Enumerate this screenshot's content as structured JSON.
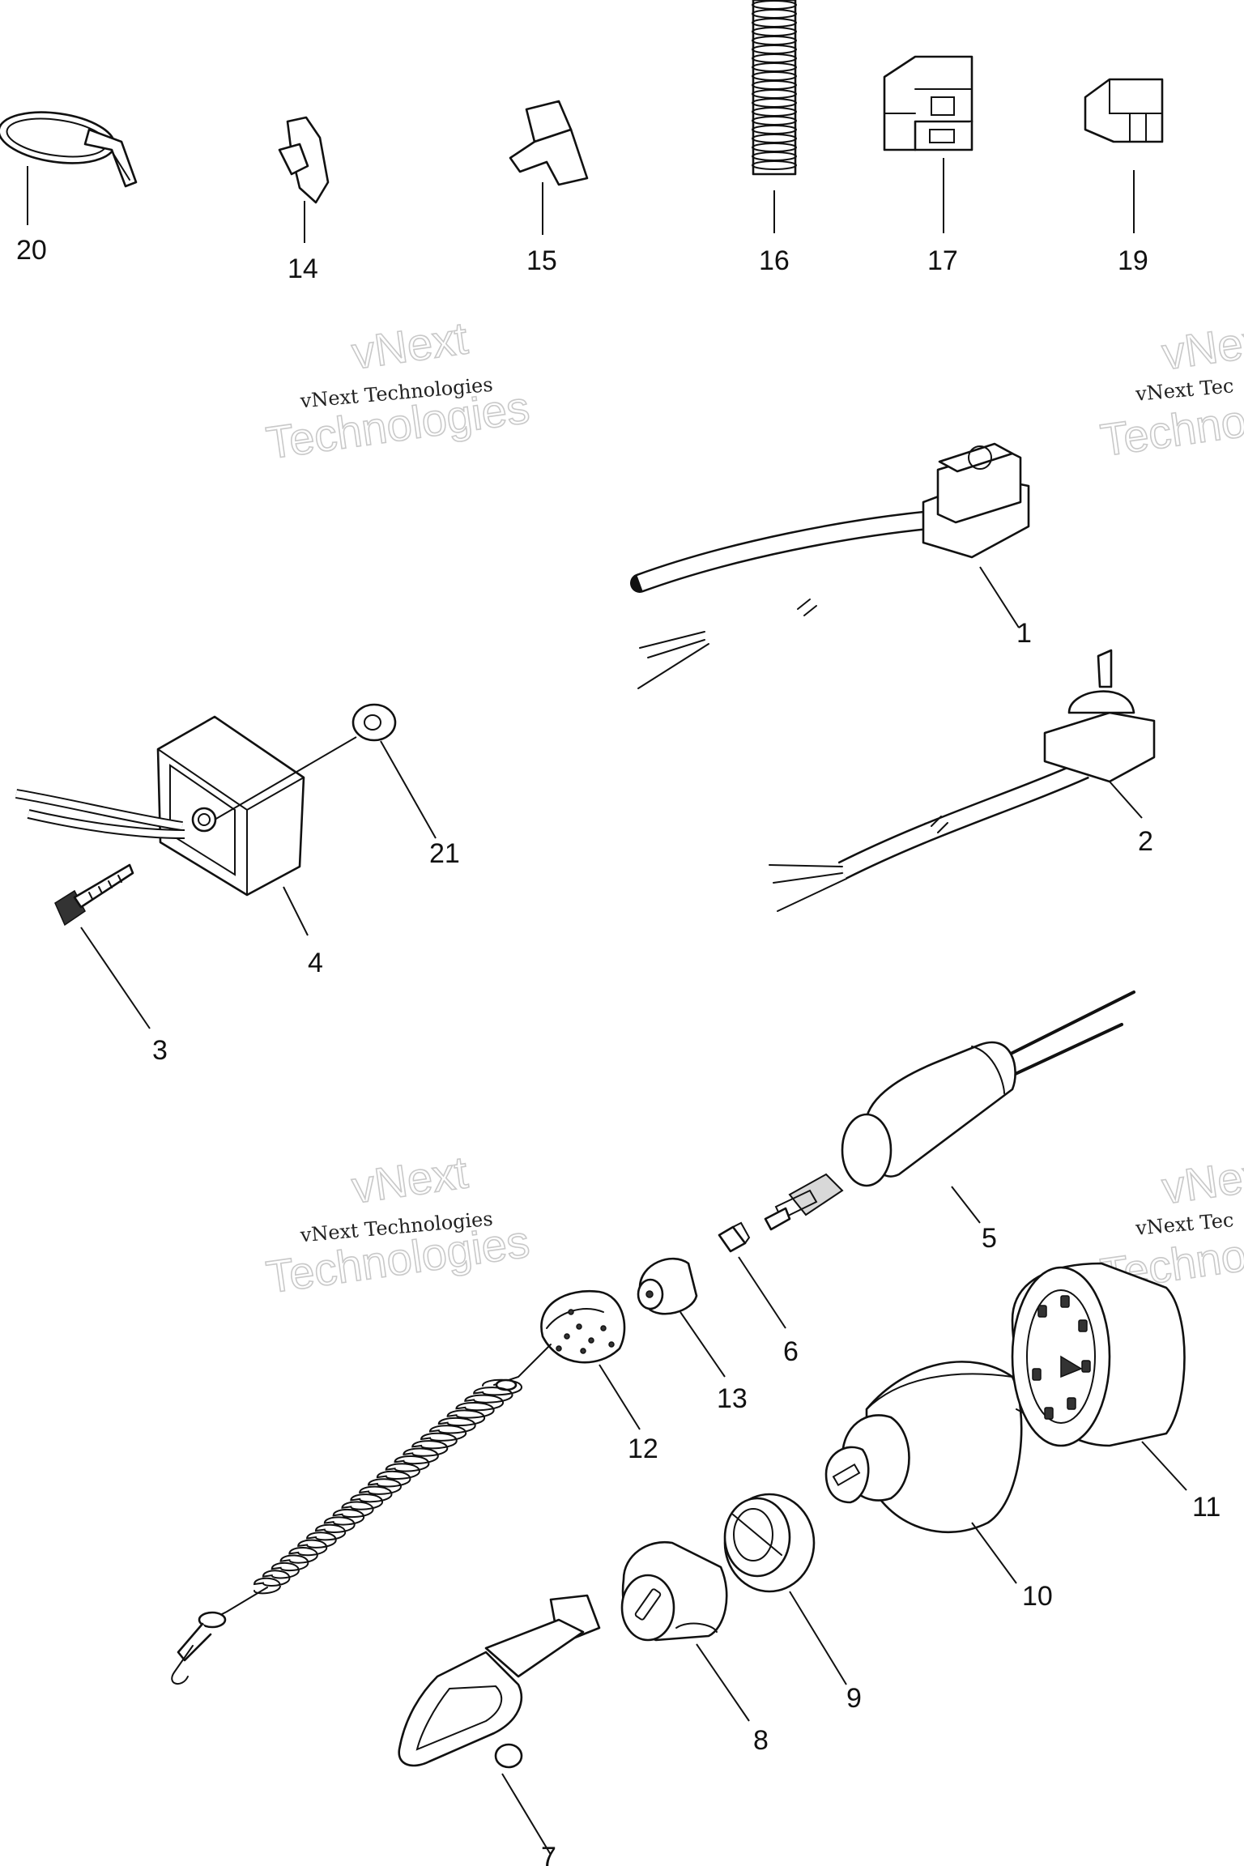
{
  "watermark": {
    "line1": "vNext",
    "line2": "Technologies",
    "small": "vNext Technologies",
    "small_right": "vNext Tec"
  },
  "parts": [
    {
      "id": "1",
      "label": "1"
    },
    {
      "id": "2",
      "label": "2"
    },
    {
      "id": "3",
      "label": "3"
    },
    {
      "id": "4",
      "label": "4"
    },
    {
      "id": "5",
      "label": "5"
    },
    {
      "id": "6",
      "label": "6"
    },
    {
      "id": "7",
      "label": "7"
    },
    {
      "id": "8",
      "label": "8"
    },
    {
      "id": "9",
      "label": "9"
    },
    {
      "id": "10",
      "label": "10"
    },
    {
      "id": "11",
      "label": "11"
    },
    {
      "id": "12",
      "label": "12"
    },
    {
      "id": "13",
      "label": "13"
    },
    {
      "id": "14",
      "label": "14"
    },
    {
      "id": "15",
      "label": "15"
    },
    {
      "id": "16",
      "label": "16"
    },
    {
      "id": "17",
      "label": "17"
    },
    {
      "id": "19",
      "label": "19"
    },
    {
      "id": "20",
      "label": "20"
    },
    {
      "id": "21",
      "label": "21"
    }
  ]
}
